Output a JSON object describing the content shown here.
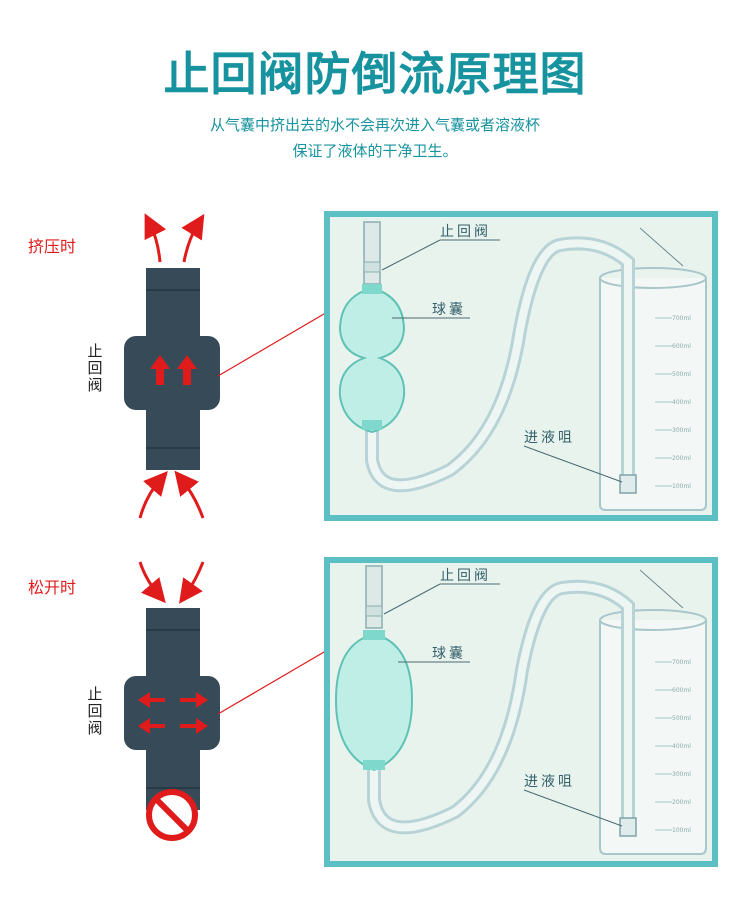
{
  "title": "止回阀防倒流原理图",
  "subtitle": [
    "从气囊中挤出去的水不会再次进入气囊或者溶液杯",
    "保证了液体的干净卫生。"
  ],
  "panels": [
    {
      "state": "挤压时",
      "valve_label": [
        "止",
        "回",
        "阀"
      ],
      "ill_labels": {
        "valve": "止回阀",
        "bulb": "球囊",
        "inlet": "进液咀"
      }
    },
    {
      "state": "松开时",
      "valve_label": [
        "止",
        "回",
        "阀"
      ],
      "ill_labels": {
        "valve": "止回阀",
        "bulb": "球囊",
        "inlet": "进液咀"
      }
    }
  ],
  "beaker_ticks": [
    "700ml",
    "600ml",
    "500ml",
    "400ml",
    "300ml",
    "200ml",
    "100ml"
  ],
  "colors": {
    "title": "#17939f",
    "arrow": "#e01b1b",
    "valve": "#364b57",
    "frame": "#5cbfc4",
    "bulb": "#7fd8cc",
    "panel_bg": "#e9f3ee"
  }
}
